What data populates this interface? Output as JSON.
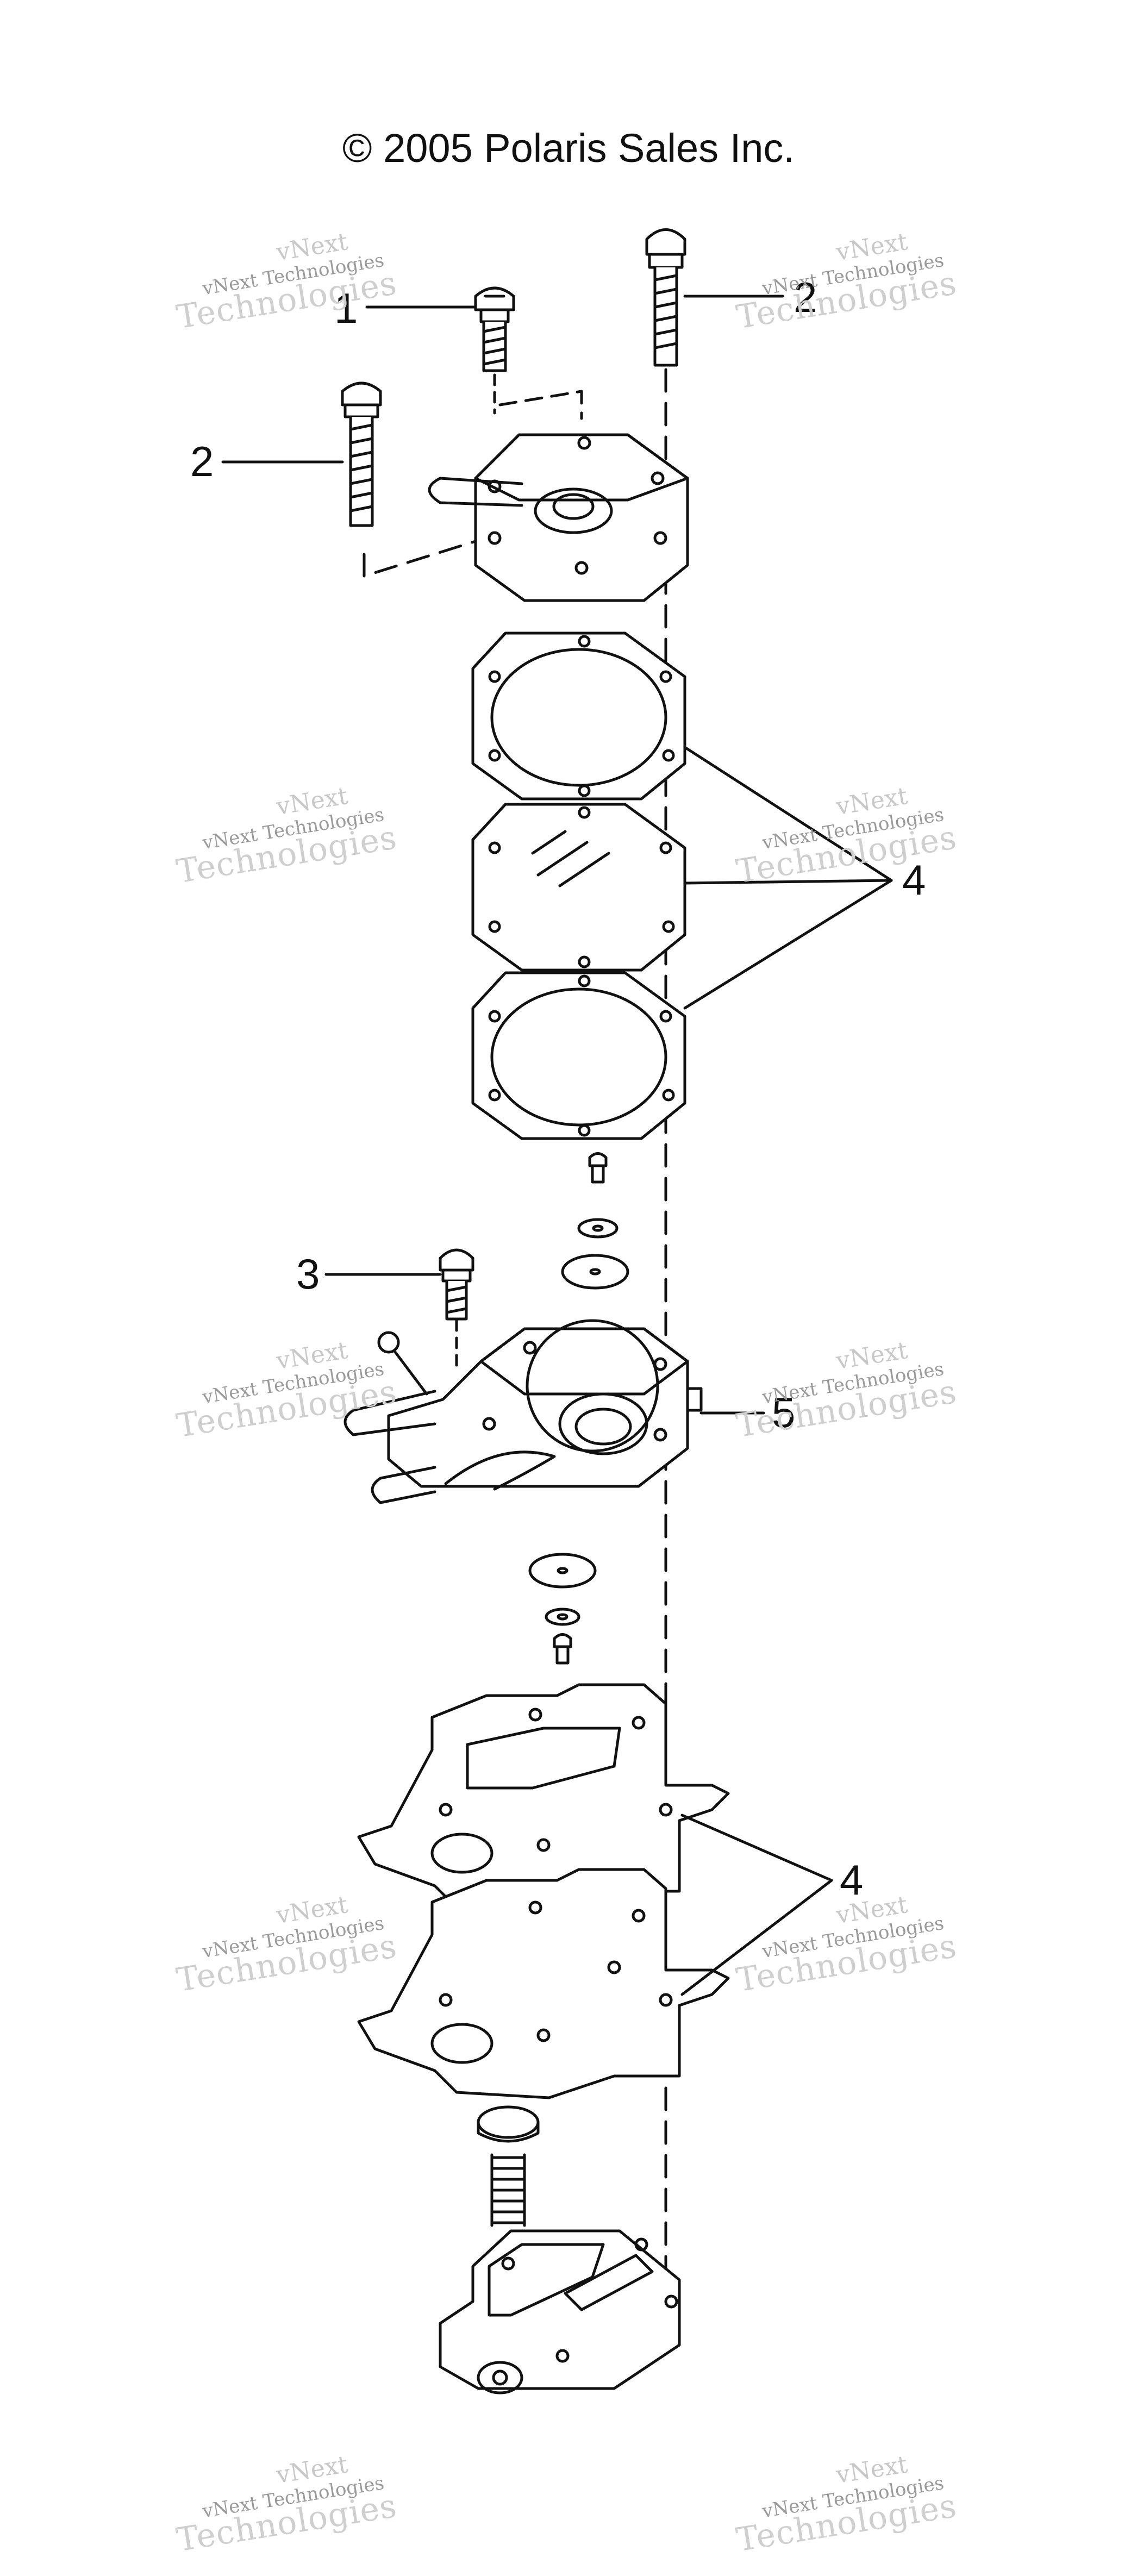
{
  "header": {
    "copyright": "© 2005 Polaris Sales Inc."
  },
  "callouts": [
    "1",
    "2",
    "2",
    "3",
    "4",
    "5",
    "4"
  ],
  "watermark": {
    "small": "vNext Technologies",
    "big": "Technologies",
    "top": "vNext"
  },
  "colors": {
    "line": "#111111",
    "watermark": "#b5b5b5",
    "background": "#ffffff"
  }
}
